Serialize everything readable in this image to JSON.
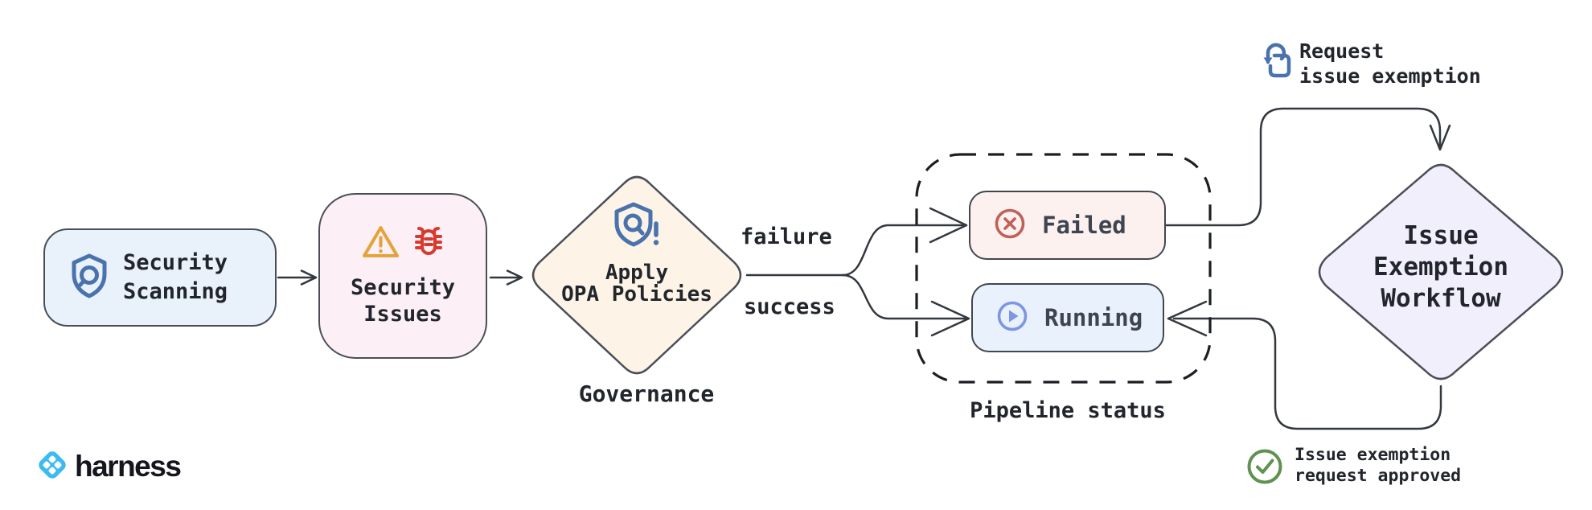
{
  "canvas": {
    "background": "#ffffff"
  },
  "nodes": {
    "security_scanning": {
      "lines": [
        "Security",
        "Scanning"
      ],
      "fill": "#e9f1fb",
      "icon": "shield-search",
      "icon_color": "#4a72ad"
    },
    "security_issues": {
      "lines": [
        "Security",
        "Issues"
      ],
      "fill": "#fcf0f6",
      "icons": [
        "warning-triangle",
        "bug"
      ],
      "warning_color": "#e2a33b",
      "bug_color": "#d93a2f"
    },
    "apply_opa": {
      "lines": [
        "Apply",
        "OPA Policies"
      ],
      "caption": "Governance",
      "fill": "#fdf4e7",
      "icon": "shield-search-alert",
      "icon_color": "#4a72ad"
    },
    "pipeline_group": {
      "caption": "Pipeline status"
    },
    "failed": {
      "label": "Failed",
      "fill": "#fcf1ef",
      "icon": "circle-x",
      "icon_color": "#bf6159"
    },
    "running": {
      "label": "Running",
      "fill": "#e9f2fc",
      "icon": "circle-play",
      "icon_color": "#7d95e6"
    },
    "exemption_workflow": {
      "lines": [
        "Issue",
        "Exemption",
        "Workflow"
      ],
      "fill": "#f2effc"
    }
  },
  "edge_labels": {
    "failure": "failure",
    "success": "success"
  },
  "annotations": {
    "request": {
      "lines": [
        "Request",
        "issue exemption"
      ],
      "icon": "tap-gesture",
      "icon_color": "#4a72ad"
    },
    "approved": {
      "lines": [
        "Issue exemption",
        "request approved"
      ],
      "icon": "circle-check",
      "icon_color": "#5f9150"
    }
  },
  "brand": {
    "name": "harness",
    "logo_color": "#3cbbf0"
  },
  "colors": {
    "connector": "#33383f",
    "node_border": "#4a4f57",
    "text": "#22262c",
    "status_text": "#3e4550"
  }
}
